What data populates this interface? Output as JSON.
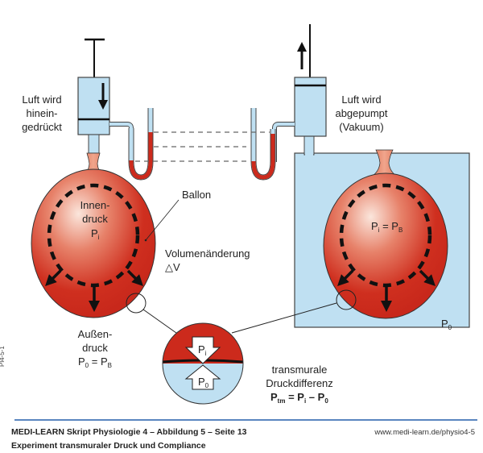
{
  "diagram": {
    "left_syringe_label": [
      "Luft wird",
      "hinein-",
      "gedrückt"
    ],
    "right_syringe_label": [
      "Luft wird",
      "abgepumpt",
      "(Vakuum)"
    ],
    "left_balloon_label": [
      "Innen-",
      "druck",
      "P",
      "i"
    ],
    "ballon_label": "Ballon",
    "volume_label": "Volumenänderung",
    "delta_v": "△V",
    "outer_pressure_label": [
      "Außen-",
      "druck"
    ],
    "outer_eq": {
      "p": "P",
      "p_sub": "0",
      "eq": " = ",
      "b": "P",
      "b_sub": "B"
    },
    "right_balloon_eq": {
      "p": "P",
      "p_sub": "i",
      "eq": " = ",
      "b": "P",
      "b_sub": "B"
    },
    "chamber_label": {
      "p": "P",
      "sub": "0"
    },
    "inset_top": {
      "p": "P",
      "sub": "i"
    },
    "inset_bottom": {
      "p": "P",
      "sub": "0"
    },
    "transmural_label": [
      "transmurale",
      "Druckdifferenz"
    ],
    "formula": {
      "p": "P",
      "tm": "tm",
      "eq": " = ",
      "pi": "P",
      "i": "i",
      "minus": " – ",
      "p0": "P",
      "zero": "0"
    },
    "figure_id": "Pl4-5-1",
    "colors": {
      "red": "#cc2a1c",
      "light_blue": "#bfe0f2",
      "balloon_light": "#f4c9b4",
      "rule_blue": "#5a86c0"
    }
  },
  "footer": {
    "title": "MEDI-LEARN Skript Physiologie 4 – Abbildung 5 – Seite 13",
    "subtitle": "Experiment transmuraler Druck und Compliance",
    "url": "www.medi-learn.de/physio4-5"
  }
}
